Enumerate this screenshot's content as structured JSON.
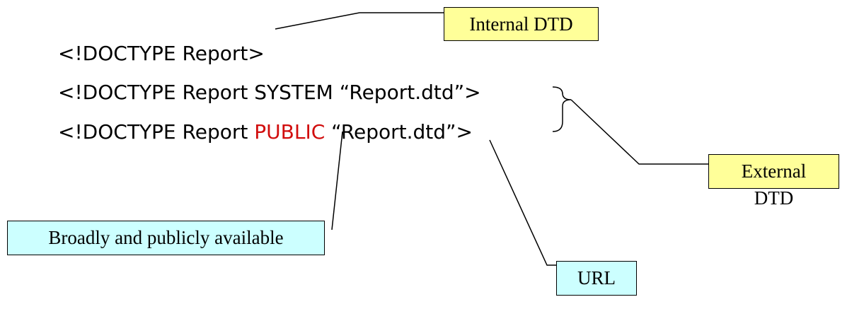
{
  "code_lines": [
    {
      "prefix": "<!DOCTYPE Report>",
      "keyword": "",
      "suffix": ""
    },
    {
      "prefix": "<!DOCTYPE Report SYSTEM “Report.dtd”>",
      "keyword": "",
      "suffix": ""
    },
    {
      "prefix": "<!DOCTYPE Report ",
      "keyword": "PUBLIC",
      "suffix": " “Report.dtd”>"
    }
  ],
  "callouts": {
    "internal_dtd": "Internal DTD",
    "external_dtd_line1": "External",
    "external_dtd_line2": "DTD",
    "public_note": "Broadly and publicly available",
    "url": "URL"
  },
  "colors": {
    "keyword": "#d10d0d",
    "callout_yellow": "#ffff99",
    "callout_cyan": "#ccffff"
  }
}
